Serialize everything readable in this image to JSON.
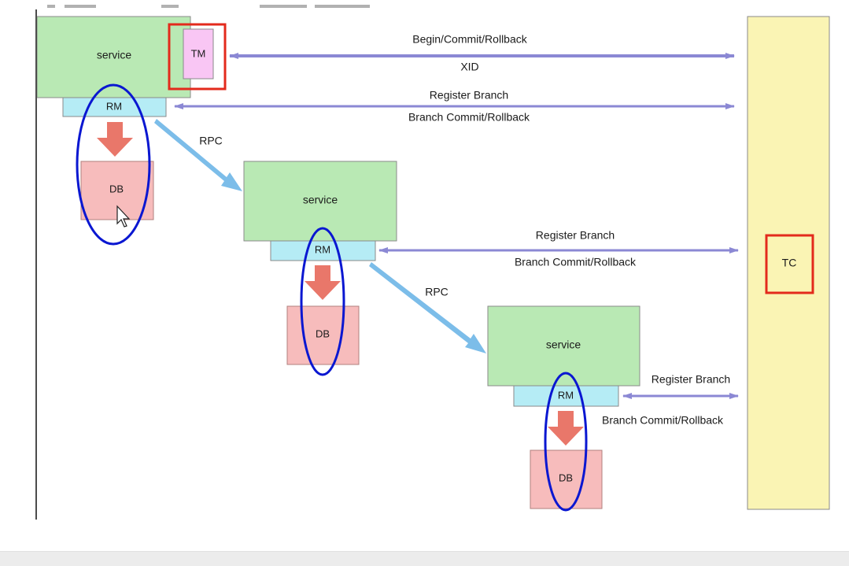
{
  "title_fragment": "",
  "colors": {
    "service_fill": "#b9e9b4",
    "service_stroke": "#8a8a8a",
    "rm_fill": "#b5ecf5",
    "db_fill": "#f7bcbc",
    "db_stroke": "#b0807e",
    "tm_fill": "#f9c6f4",
    "tc_fill": "#faf4b4",
    "red_frame": "#e32a1c",
    "blue_ellipse": "#0a17d1",
    "purple_arrow": "#8b88d4",
    "rpc_arrow": "#7cbde9",
    "down_arrow": "#e9776a"
  },
  "tiers": [
    {
      "service_label": "service",
      "rm_label": "RM",
      "db_label": "DB",
      "has_tm": true,
      "tm_label": "TM"
    },
    {
      "service_label": "service",
      "rm_label": "RM",
      "db_label": "DB",
      "has_tm": false
    },
    {
      "service_label": "service",
      "rm_label": "RM",
      "db_label": "DB",
      "has_tm": false
    }
  ],
  "tc": {
    "label": "TC"
  },
  "messages": {
    "tm_top": "Begin/Commit/Rollback",
    "tm_bottom": "XID",
    "rm1_top": "Register Branch",
    "rm1_bottom": "Branch Commit/Rollback",
    "rm2_top": "Register Branch",
    "rm2_bottom": "Branch Commit/Rollback",
    "rm3_top": "Register Branch",
    "rm3_bottom": "Branch Commit/Rollback"
  },
  "rpc_labels": [
    "RPC",
    "RPC"
  ],
  "icons": {
    "cursor": "mouse-pointer-icon"
  }
}
